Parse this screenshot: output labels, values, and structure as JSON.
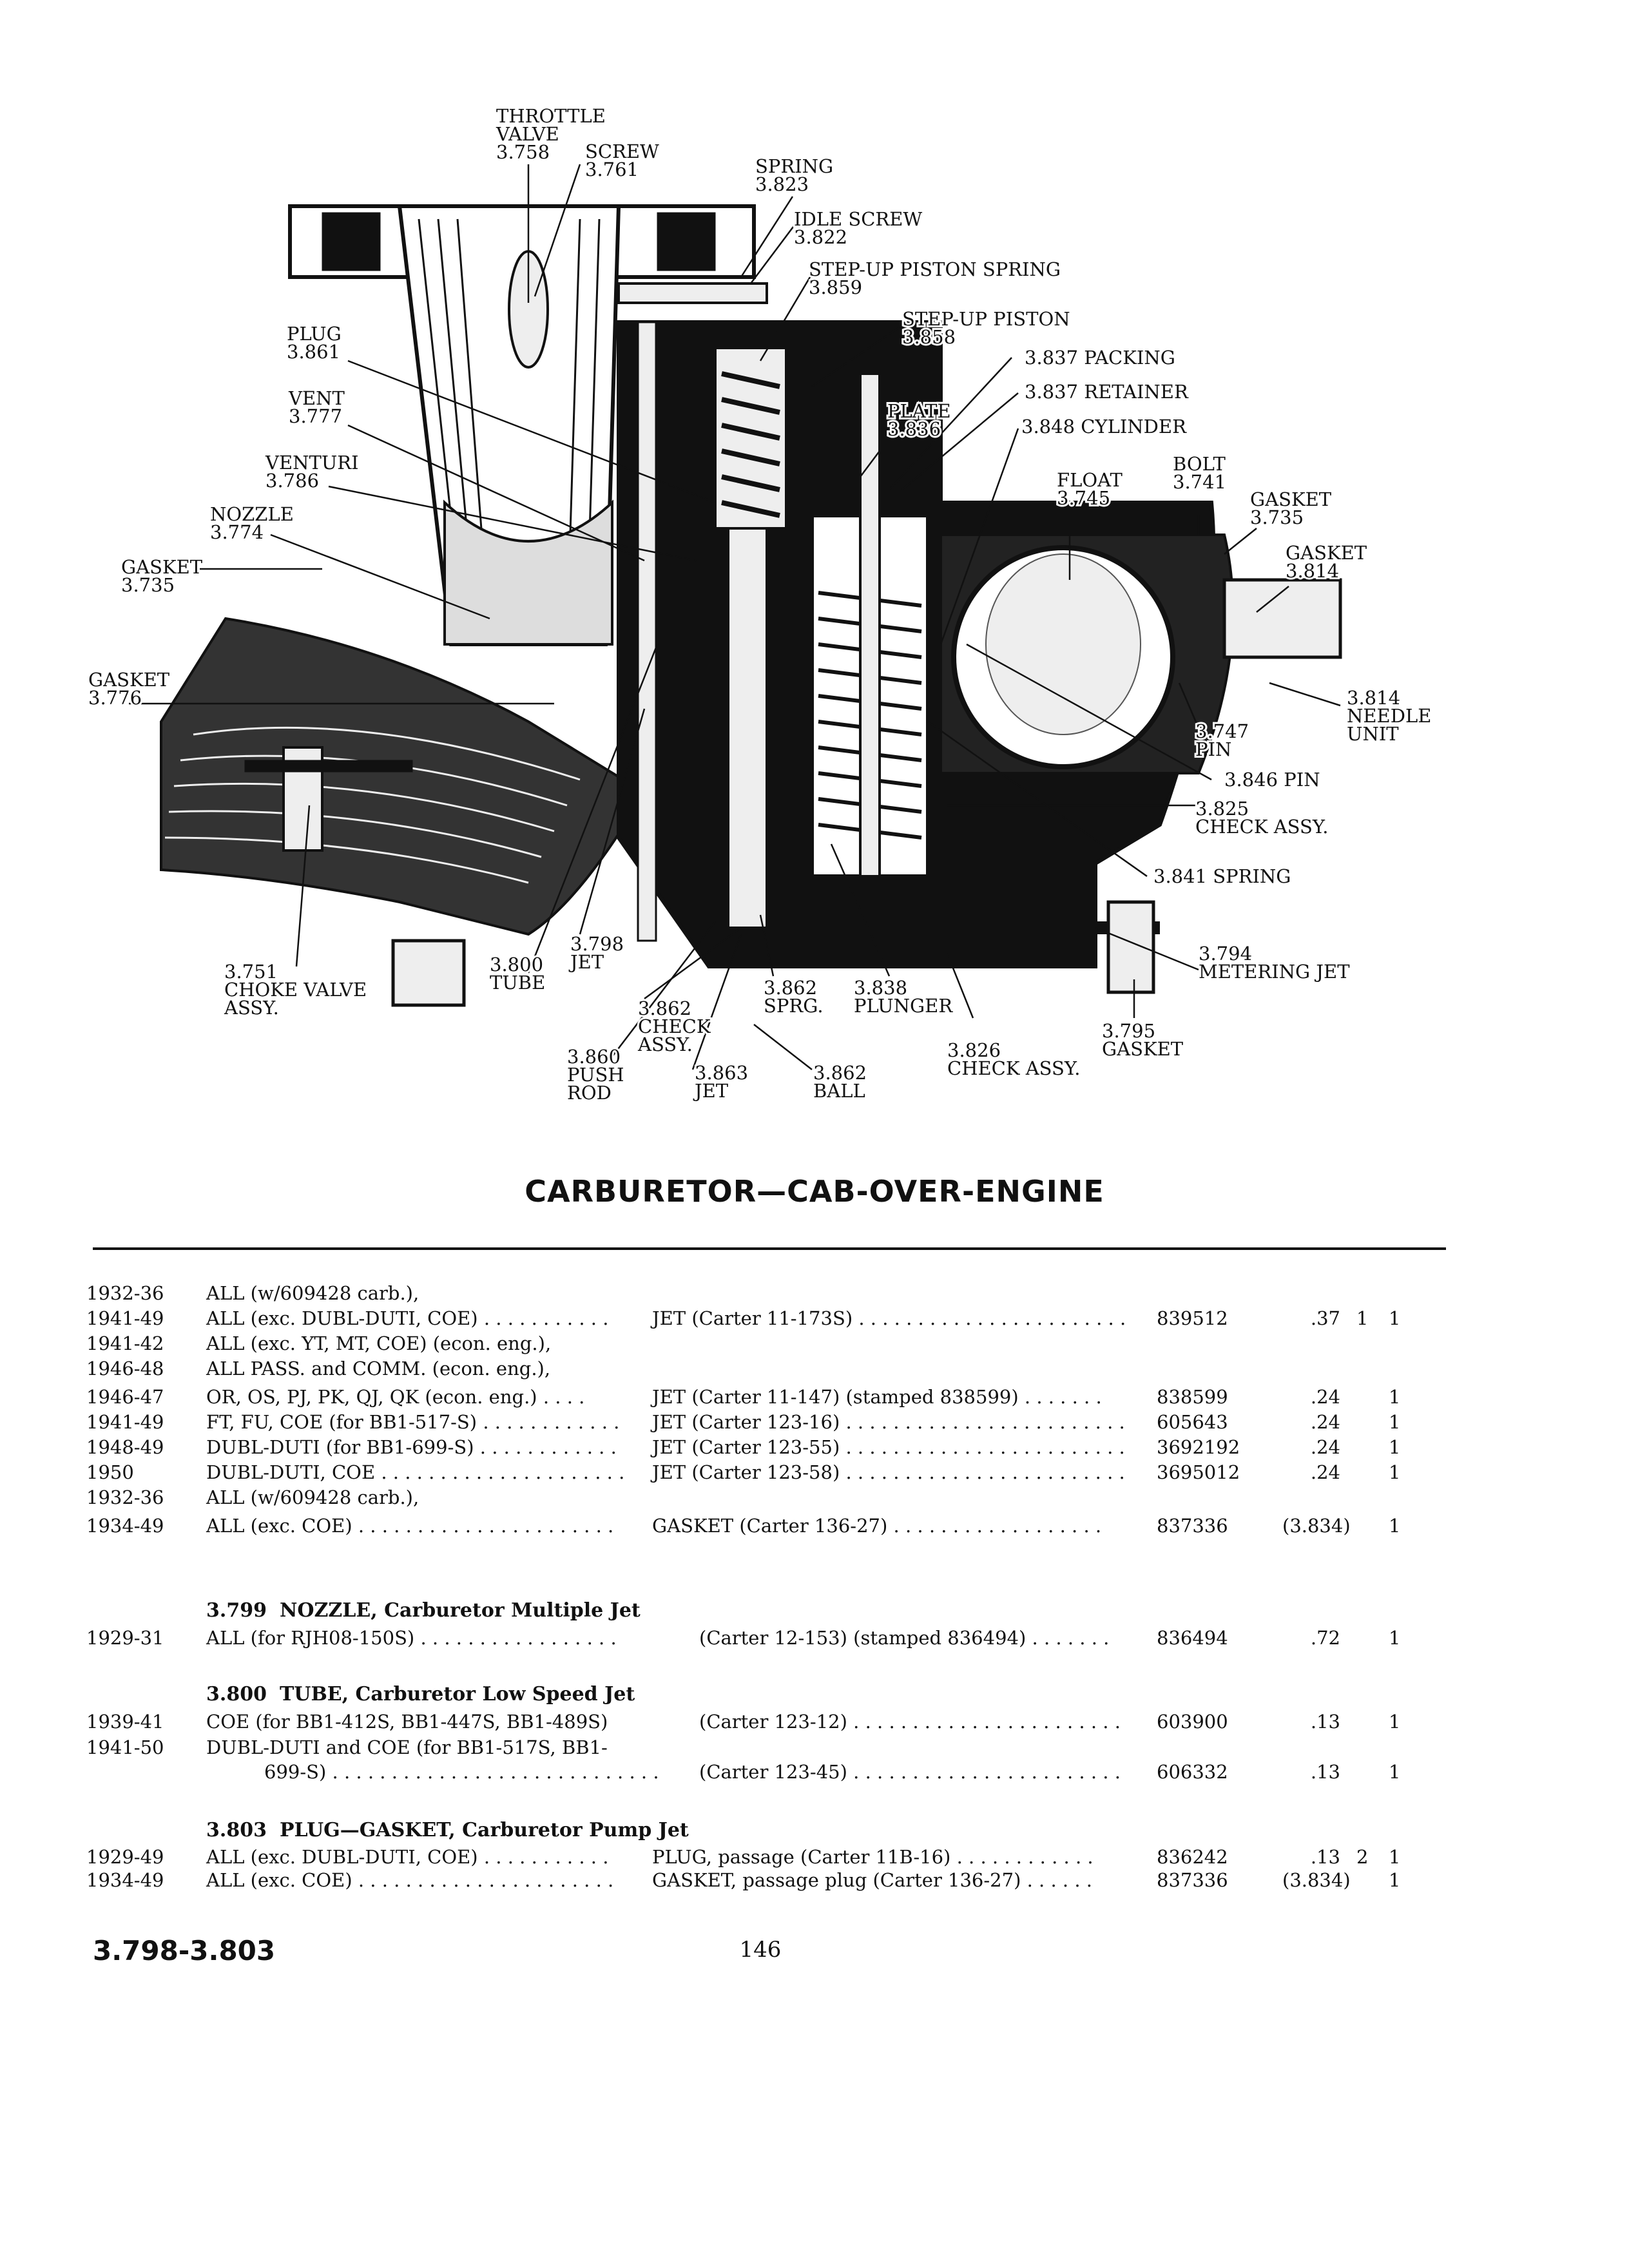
{
  "diagram": {
    "callouts": [
      {
        "lines": [
          "THROTTLE",
          "VALVE",
          "3.758"
        ]
      },
      {
        "lines": [
          "SCREW",
          "3.761"
        ]
      },
      {
        "lines": [
          "SPRING",
          "3.823"
        ]
      },
      {
        "lines": [
          "IDLE SCREW",
          "3.822"
        ]
      },
      {
        "lines": [
          "STEP-UP PISTON SPRING",
          "3.859"
        ]
      },
      {
        "lines": [
          "STEP-UP PISTON",
          "3.858"
        ]
      },
      {
        "lines": [
          "3.837 PACKING"
        ]
      },
      {
        "lines": [
          "3.837 RETAINER"
        ]
      },
      {
        "lines": [
          "3.848 CYLINDER"
        ]
      },
      {
        "lines": [
          "PLATE",
          "3.836"
        ]
      },
      {
        "lines": [
          "FLOAT",
          "3.745"
        ]
      },
      {
        "lines": [
          "BOLT",
          "3.741"
        ]
      },
      {
        "lines": [
          "GASKET",
          "3.735"
        ]
      },
      {
        "lines": [
          "GASKET",
          "3.814"
        ]
      },
      {
        "lines": [
          "PLUG",
          "3.861"
        ]
      },
      {
        "lines": [
          "VENT",
          "3.777"
        ]
      },
      {
        "lines": [
          "VENTURI",
          "3.786"
        ]
      },
      {
        "lines": [
          "NOZZLE",
          "3.774"
        ]
      },
      {
        "lines": [
          "GASKET",
          "3.735"
        ]
      },
      {
        "lines": [
          "GASKET",
          "3.776"
        ]
      },
      {
        "lines": [
          "3.814",
          "NEEDLE",
          "UNIT"
        ]
      },
      {
        "lines": [
          "3.747",
          "PIN"
        ]
      },
      {
        "lines": [
          "3.846 PIN"
        ]
      },
      {
        "lines": [
          "3.825",
          "CHECK ASSY."
        ]
      },
      {
        "lines": [
          "3.841 SPRING"
        ]
      },
      {
        "lines": [
          "3.794",
          "METERING JET"
        ]
      },
      {
        "lines": [
          "3.795",
          "GASKET"
        ]
      },
      {
        "lines": [
          "3.826",
          "CHECK ASSY."
        ]
      },
      {
        "lines": [
          "3.838",
          "PLUNGER"
        ]
      },
      {
        "lines": [
          "3.862",
          "SPRG."
        ]
      },
      {
        "lines": [
          "3.862",
          "CHECK",
          "ASSY."
        ]
      },
      {
        "lines": [
          "3.798",
          "JET"
        ]
      },
      {
        "lines": [
          "3.800",
          "TUBE"
        ]
      },
      {
        "lines": [
          "3.751",
          "CHOKE VALVE",
          "ASSY."
        ]
      },
      {
        "lines": [
          "3.860",
          "PUSH",
          "ROD"
        ]
      },
      {
        "lines": [
          "3.863",
          "JET"
        ]
      },
      {
        "lines": [
          "3.862",
          "BALL"
        ]
      }
    ]
  },
  "title": "CARBURETOR—CAB-OVER-ENGINE",
  "table1": [
    {
      "years": "1932-36",
      "application": "ALL (w/609428 carb.),",
      "description": "",
      "part": "",
      "price": "",
      "q1": "",
      "q2": ""
    },
    {
      "years": "1941-49",
      "application": "ALL (exc. DUBL-DUTI, COE) . . . . . . . . . . .",
      "description": "JET (Carter 11-173S) . . . . . . . . . . . . . . . . . . . . . . .",
      "part": "839512",
      "price": ".37",
      "q1": "1",
      "q2": "1"
    },
    {
      "years": "1941-42",
      "application": "ALL (exc. YT, MT, COE) (econ. eng.),",
      "description": "",
      "part": "",
      "price": "",
      "q1": "",
      "q2": ""
    },
    {
      "years": "1946-48",
      "application": "ALL PASS. and COMM. (econ. eng.),",
      "description": "",
      "part": "",
      "price": "",
      "q1": "",
      "q2": ""
    },
    {
      "years": "1946-47",
      "application": "OR, OS, PJ, PK, QJ, QK (econ. eng.) . . . .",
      "description": "JET (Carter 11-147) (stamped 838599) . . . . . . .",
      "part": "838599",
      "price": ".24",
      "q1": "",
      "q2": "1"
    },
    {
      "years": "1941-49",
      "application": "FT, FU, COE (for BB1-517-S) . . . . . . . . . . . .",
      "description": "JET (Carter 123-16) . . . . . . . . . . . . . . . . . . . . . . . .",
      "part": "605643",
      "price": ".24",
      "q1": "",
      "q2": "1"
    },
    {
      "years": "1948-49",
      "application": "DUBL-DUTI (for BB1-699-S) . . . . . . . . . . . .",
      "description": "JET (Carter 123-55) . . . . . . . . . . . . . . . . . . . . . . . .",
      "part": "3692192",
      "price": ".24",
      "q1": "",
      "q2": "1"
    },
    {
      "years": "1950",
      "application": "DUBL-DUTI, COE . . . . . . . . . . . . . . . . . . . . .",
      "description": "JET (Carter 123-58) . . . . . . . . . . . . . . . . . . . . . . . .",
      "part": "3695012",
      "price": ".24",
      "q1": "",
      "q2": "1"
    },
    {
      "years": "1932-36",
      "application": "ALL (w/609428 carb.),",
      "description": "",
      "part": "",
      "price": "",
      "q1": "",
      "q2": ""
    },
    {
      "years": "1934-49",
      "application": "ALL (exc. COE) . . . . . . . . . . . . . . . . . . . . . .",
      "description": "GASKET (Carter 136-27) . . . . . . . . . . . . . . . . . .",
      "part": "837336",
      "price": "(3.834)",
      "q1": "",
      "q2": "1"
    }
  ],
  "sections": [
    {
      "code": "3.799",
      "heading": "NOZZLE, Carburetor Multiple Jet",
      "rows": [
        {
          "years": "1929-31",
          "application": "ALL (for RJH08-150S) . . . . . . . . . . . . . . . . .",
          "description": "(Carter 12-153) (stamped 836494) . . . . . . .",
          "part": "836494",
          "price": ".72",
          "q1": "",
          "q2": "1",
          "indent": true
        }
      ]
    },
    {
      "code": "3.800",
      "heading": "TUBE, Carburetor Low Speed Jet",
      "rows": [
        {
          "years": "1939-41",
          "application": "COE (for BB1-412S, BB1-447S, BB1-489S)",
          "description": "(Carter 123-12) . . . . . . . . . . . . . . . . . . . . . . .",
          "part": "603900",
          "price": ".13",
          "q1": "",
          "q2": "1",
          "indent": true
        },
        {
          "years": "1941-50",
          "application": "DUBL-DUTI and COE (for BB1-517S, BB1-",
          "description": "",
          "part": "",
          "price": "",
          "q1": "",
          "q2": "",
          "indent": true
        },
        {
          "years": "",
          "application": "699-S) . . . . . . . . . . . . . . . . . . . . . . . . . . . .",
          "description": "(Carter 123-45) . . . . . . . . . . . . . . . . . . . . . . .",
          "part": "606332",
          "price": ".13",
          "q1": "",
          "q2": "1",
          "indent": true,
          "sub": true
        }
      ]
    },
    {
      "code": "3.803",
      "heading": "PLUG—GASKET, Carburetor Pump Jet",
      "rows": [
        {
          "years": "1929-49",
          "application": "ALL (exc. DUBL-DUTI, COE) . . . . . . . . . . .",
          "description": "PLUG, passage (Carter 11B-16) . . . . . . . . . . . .",
          "part": "836242",
          "price": ".13",
          "q1": "2",
          "q2": "1"
        },
        {
          "years": "1934-49",
          "application": "ALL (exc. COE) . . . . . . . . . . . . . . . . . . . . . .",
          "description": "GASKET, passage plug (Carter 136-27) . . . . . .",
          "part": "837336",
          "price": "(3.834)",
          "q1": "",
          "q2": "1"
        }
      ]
    }
  ],
  "footer": {
    "section_range": "3.798-3.803",
    "page_number": "146"
  }
}
